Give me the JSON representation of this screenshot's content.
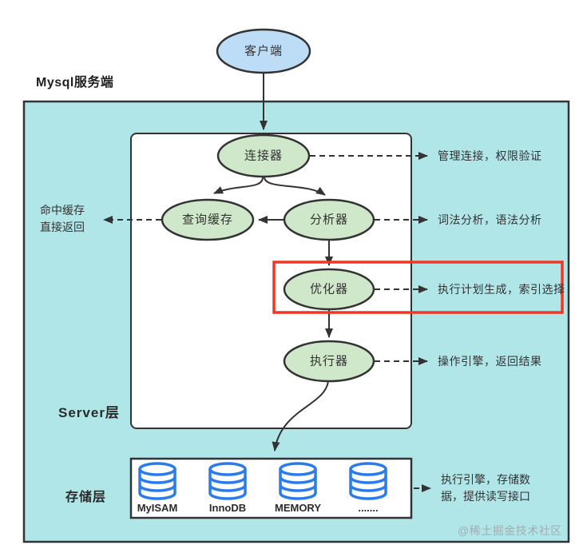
{
  "diagram": {
    "client_label": "客户端",
    "server_section_label": "Mysql服务端",
    "server_layer_label": "Server层",
    "storage_layer_label": "存储层",
    "nodes": {
      "connector": "连接器",
      "query_cache": "查询缓存",
      "analyzer": "分析器",
      "optimizer": "优化器",
      "executor": "执行器"
    },
    "annotations": {
      "connector": "管理连接，权限验证",
      "analyzer": "词法分析，语法分析",
      "optimizer": "执行计划生成，索引选择",
      "executor": "操作引擎，返回结果",
      "cache_hit_line1": "命中缓存",
      "cache_hit_line2": "直接返回",
      "storage_line1": "执行引擎，存储数",
      "storage_line2": "据，提供读写接口"
    },
    "engines": [
      "MyISAM",
      "InnoDB",
      "MEMORY",
      "......."
    ],
    "watermark": "@稀土掘金技术社区",
    "colors": {
      "section_bg": "#b1e6e9",
      "node_green": "#cfe8c9",
      "client_blue": "#bddcf6",
      "stroke_dark": "#333333",
      "db_icon_blue": "#2b7bea",
      "highlight_red": "#ee3726",
      "watermark_gray": "#a2a8ac"
    }
  }
}
